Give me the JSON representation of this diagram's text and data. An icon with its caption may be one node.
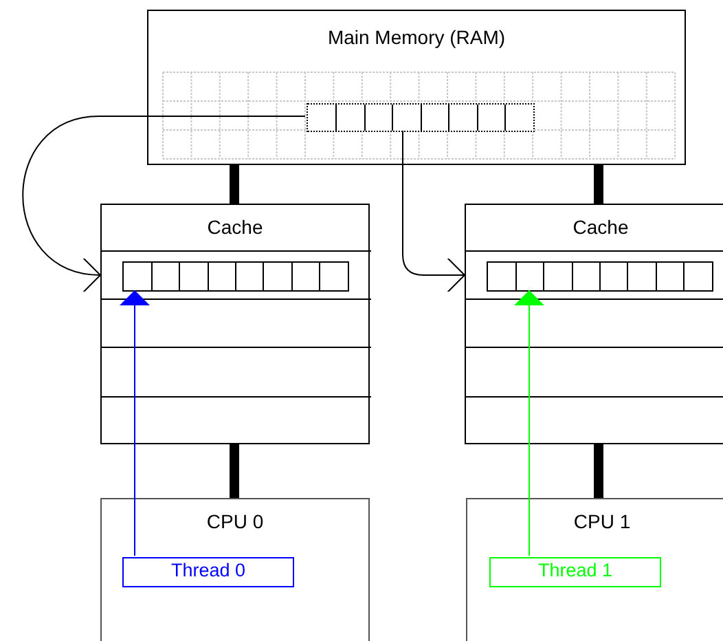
{
  "diagram": {
    "nodes": [
      {
        "text": [
          "Main Memory (RAM)"
        ]
      },
      {
        "text": [],
        "shape": "box",
        "in": 0
      },
      {
        "text": [
          "Cache"
        ]
      },
      {
        "text": [],
        "shape": "box",
        "in": 2
      },
      {
        "text": [
          "Cache"
        ]
      },
      {
        "text": [],
        "shape": "box",
        "in": 4
      },
      {
        "text": [
          "CPU 0"
        ]
      },
      {
        "text": [
          "Thread 0"
        ],
        "in": 6
      },
      {
        "text": [
          "CPU 1"
        ]
      },
      {
        "text": [
          "Thread 1"
        ],
        "in": 8
      }
    ],
    "edges": [
      {
        "from": 0,
        "to": 2,
        "arrow": "none",
        "style": "thick"
      },
      {
        "from": 0,
        "to": 4,
        "arrow": "none",
        "style": "thick"
      },
      {
        "from": 2,
        "to": 6,
        "arrow": "none",
        "style": "thick"
      },
      {
        "from": 4,
        "to": 8,
        "arrow": "none",
        "style": "thick"
      },
      {
        "from": 1,
        "to": 3,
        "arrow": "to"
      },
      {
        "from": 1,
        "to": 5,
        "arrow": "to"
      },
      {
        "from": 7,
        "to": 3,
        "arrow": "to",
        "color": "#0000ff"
      },
      {
        "from": 9,
        "to": 5,
        "arrow": "to",
        "color": "#00ff00"
      }
    ]
  }
}
